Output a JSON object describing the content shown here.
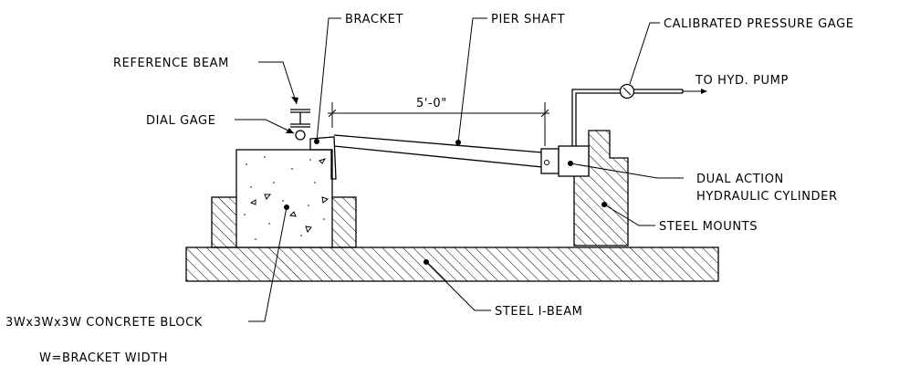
{
  "labels": {
    "bracket": "BRACKET",
    "pier_shaft": "PIER SHAFT",
    "pressure_gage": "CALIBRATED PRESSURE GAGE",
    "hyd_pump": "TO HYD. PUMP",
    "reference_beam": "REFERENCE BEAM",
    "dial_gage": "DIAL GAGE",
    "dimension": "5'-0\"",
    "cylinder_line1": "DUAL ACTION",
    "cylinder_line2": "HYDRAULIC CYLINDER",
    "steel_mounts": "STEEL MOUNTS",
    "concrete_block": "3Wx3Wx3W CONCRETE BLOCK",
    "steel_ibeam": "STEEL I-BEAM",
    "note": "W=BRACKET WIDTH"
  }
}
